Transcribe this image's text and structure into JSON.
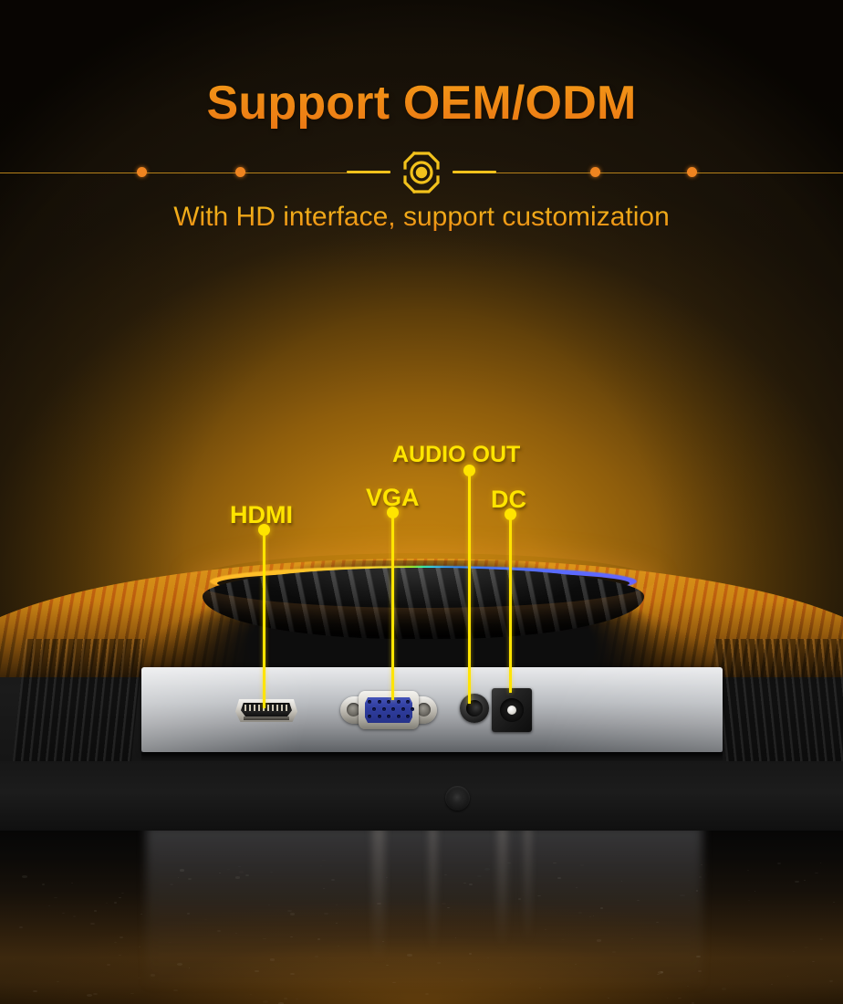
{
  "header": {
    "title": "Support OEM/ODM",
    "subtitle": "With HD interface, support customization",
    "emblem_icon": "octagon-target-icon"
  },
  "theme": {
    "title_gradient_start": "#f7c21d",
    "title_gradient_end": "#ec7814",
    "subtitle_gradient_start": "#f3bd1c",
    "subtitle_gradient_end": "#ec8315",
    "divider_line_color": "#b5801a",
    "divider_dash_color": "#f2c21c",
    "divider_dot_color": "#ef8420",
    "callout_color": "#ffe400",
    "background_glow": "#c8860f",
    "background_dark": "#241a0c"
  },
  "product": {
    "description": "monitor-rear-io-panel",
    "rgb_ring": "rgb-light-ring",
    "power_button": "power-button"
  },
  "callouts": [
    {
      "label": "HDMI",
      "port": "hdmi-port"
    },
    {
      "label": "VGA",
      "port": "vga-port"
    },
    {
      "label": "AUDIO OUT",
      "port": "audio-out-port"
    },
    {
      "label": "DC",
      "port": "dc-power-port"
    }
  ]
}
